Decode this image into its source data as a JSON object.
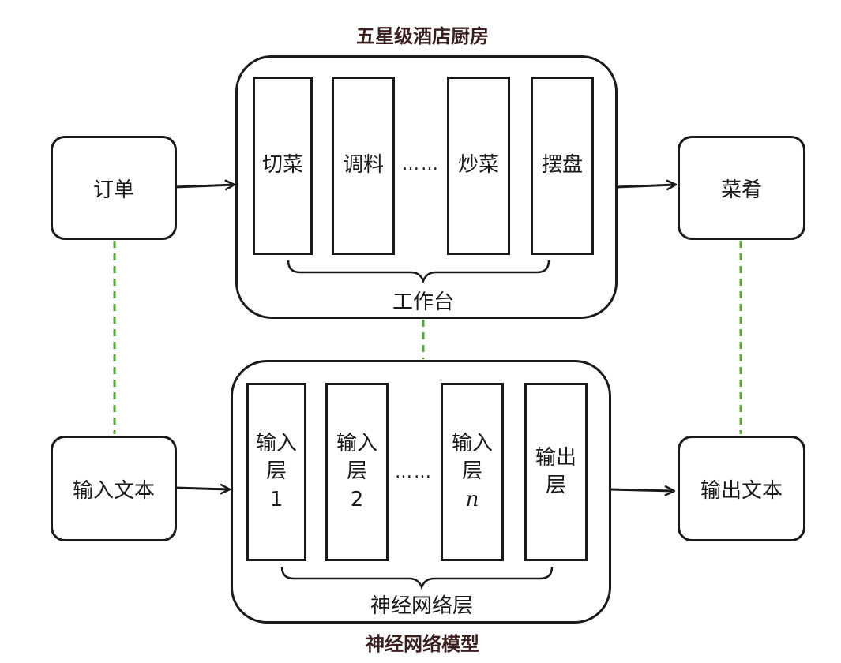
{
  "kitchen": {
    "title": "五星级酒店厨房",
    "order": "订单",
    "dishes": "菜肴",
    "stations": [
      "切菜",
      "调料",
      "炒菜",
      "摆盘"
    ],
    "ellipsis": "……",
    "workbench_label": "工作台"
  },
  "network": {
    "title": "神经网络模型",
    "input_text": "输入文本",
    "output_text": "输出文本",
    "layers": [
      {
        "line1": "输入",
        "line2_prefix": "层",
        "line2_suffix": "1"
      },
      {
        "line1": "输入",
        "line2_prefix": "层",
        "line2_suffix": "2"
      },
      {
        "line1": "输入",
        "line2_prefix": "层",
        "line2_suffix": "n"
      },
      {
        "line1": "输出",
        "line2_prefix": "层",
        "line2_suffix": ""
      }
    ],
    "ellipsis": "……",
    "layers_label": "神经网络层"
  },
  "colors": {
    "stroke": "#1a1a1a",
    "dashed_link": "#5aa832",
    "title": "#3a1f1f"
  }
}
